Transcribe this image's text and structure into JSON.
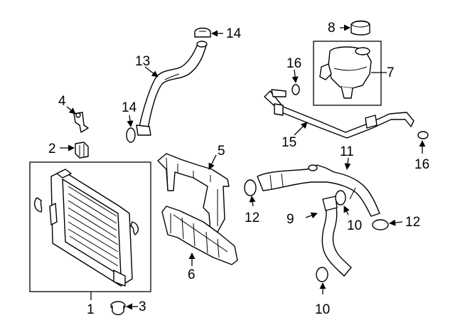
{
  "diagram": {
    "callouts": [
      {
        "id": "c1",
        "label": "1"
      },
      {
        "id": "c2",
        "label": "2"
      },
      {
        "id": "c3",
        "label": "3"
      },
      {
        "id": "c4",
        "label": "4"
      },
      {
        "id": "c5",
        "label": "5"
      },
      {
        "id": "c6",
        "label": "6"
      },
      {
        "id": "c7",
        "label": "7"
      },
      {
        "id": "c8",
        "label": "8"
      },
      {
        "id": "c9",
        "label": "9"
      },
      {
        "id": "c10a",
        "label": "10"
      },
      {
        "id": "c10b",
        "label": "10"
      },
      {
        "id": "c11",
        "label": "11"
      },
      {
        "id": "c12a",
        "label": "12"
      },
      {
        "id": "c12b",
        "label": "12"
      },
      {
        "id": "c13",
        "label": "13"
      },
      {
        "id": "c14a",
        "label": "14"
      },
      {
        "id": "c14b",
        "label": "14"
      },
      {
        "id": "c15",
        "label": "15"
      },
      {
        "id": "c16a",
        "label": "16"
      },
      {
        "id": "c16b",
        "label": "16"
      }
    ]
  }
}
